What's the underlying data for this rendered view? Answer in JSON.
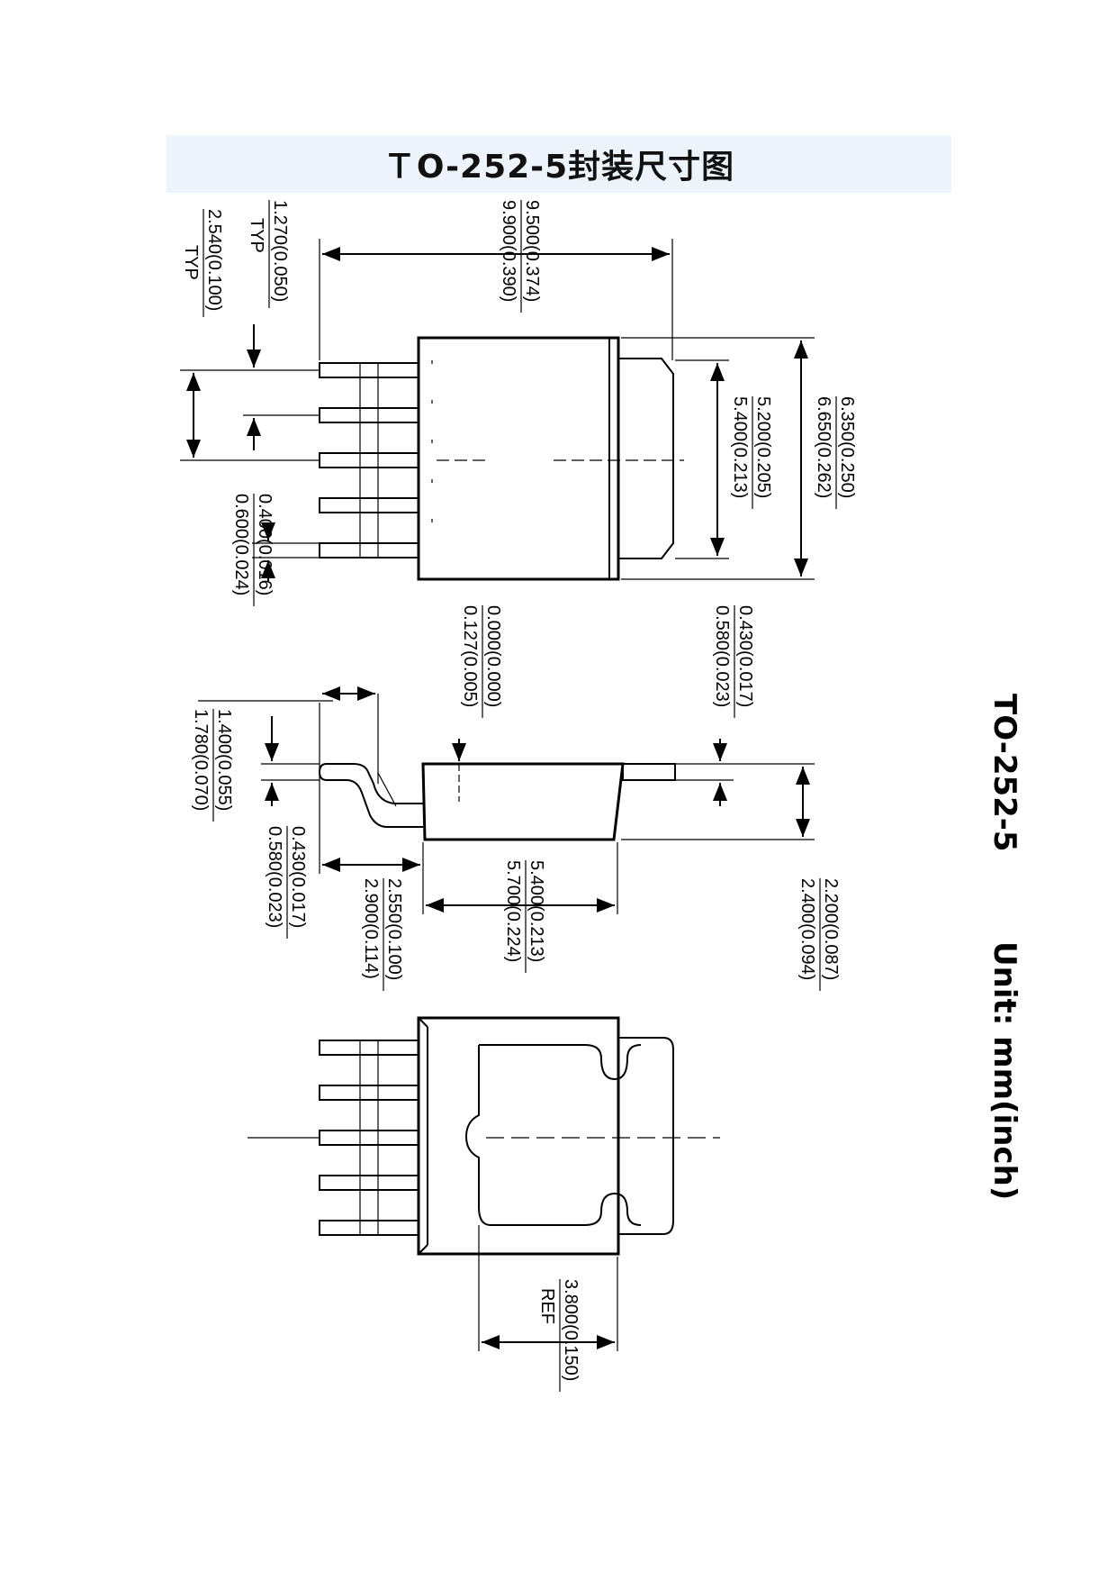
{
  "title": "ＴO-252-5封装尺寸图",
  "package": "TO-252-5",
  "unit": "Unit: mm(inch)",
  "dims": {
    "lead_pitch": [
      "1.270(0.050)",
      "TYP"
    ],
    "lead_span": [
      "2.540(0.100)",
      "TYP"
    ],
    "overall_length": [
      "9.500(0.374)",
      "9.900(0.390)"
    ],
    "overall_width": [
      "6.350(0.250)",
      "6.650(0.262)"
    ],
    "tab_width": [
      "5.200(0.205)",
      "5.400(0.213)"
    ],
    "lead_width": [
      "0.400(0.016)",
      "0.600(0.024)"
    ],
    "standoff": [
      "0.000(0.000)",
      "0.127(0.005)"
    ],
    "tab_thickness": [
      "0.430(0.017)",
      "0.580(0.023)"
    ],
    "lead_length": [
      "1.400(0.055)",
      "1.780(0.070)"
    ],
    "lead_thickness": [
      "0.430(0.017)",
      "0.580(0.023)"
    ],
    "foot_length": [
      "2.550(0.100)",
      "2.900(0.114)"
    ],
    "body_length": [
      "5.400(0.213)",
      "5.700(0.224)"
    ],
    "height": [
      "2.200(0.087)",
      "2.400(0.094)"
    ],
    "ref": [
      "3.800(0.150)",
      "REF"
    ]
  }
}
